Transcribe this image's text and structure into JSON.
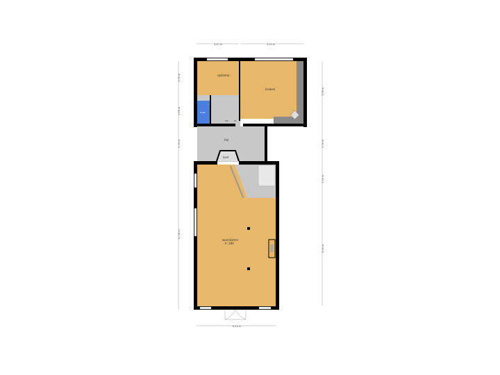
{
  "rooms": {
    "opkamer": "opkamer",
    "keuken": "keuken",
    "toilet": "toilet",
    "hal": "hal",
    "kast": "kast",
    "mk": "mk",
    "kk": "kk",
    "woonkamer": "woonkamer",
    "woonkamer_height": "h: 284"
  },
  "dimensions": {
    "top_left": "3,47 m",
    "top_right": "5,23 m",
    "left_1": "2,78 m",
    "left_2": "1,58 m",
    "left_3": "2,79 m",
    "left_4": "11,78 m",
    "right_1": "3,59 m",
    "right_2": "2,79 m",
    "right_3": "2,34 m",
    "right_4": "8,06 m",
    "bottom": "6,44 m"
  },
  "colors": {
    "room_fill": "#e8b86a",
    "service_fill": "#c8c8c8",
    "toilet_fill": "#4a7fe0",
    "wall": "#000000"
  }
}
